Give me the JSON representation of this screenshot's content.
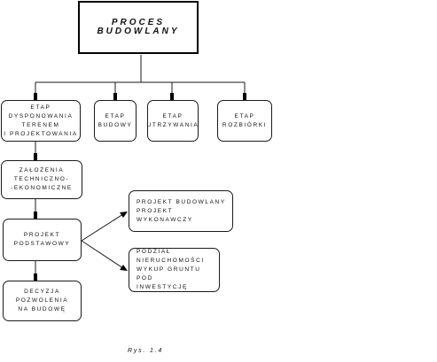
{
  "diagram": {
    "title": "PROCES BUDOWLANY",
    "stages": [
      {
        "id": "stage-1",
        "lines": [
          "ETAP DYSPONOWANIA",
          "TERENEM",
          "I PROJEKTOWANIA"
        ]
      },
      {
        "id": "stage-2",
        "lines": [
          "ETAP",
          "BUDOWY"
        ]
      },
      {
        "id": "stage-3",
        "lines": [
          "ETAP",
          "UTRZYWANIA"
        ]
      },
      {
        "id": "stage-4",
        "lines": [
          "ETAP",
          "ROZBIÓRKI"
        ]
      }
    ],
    "steps": [
      {
        "id": "step-1",
        "lines": [
          "ZAŁOŻENIA TECHNICZNO-",
          "-EKONOMICZNE"
        ]
      },
      {
        "id": "step-2",
        "lines": [
          "PROJEKT",
          "PODSTAWOWY"
        ]
      },
      {
        "id": "step-3",
        "lines": [
          "DECYZJA POZWOLENIA",
          "NA BUDOWĘ"
        ]
      }
    ],
    "outputs": [
      {
        "id": "output-1",
        "lines": [
          "PROJEKT BUDOWLANY",
          "PROJEKT WYKONAWCZY"
        ]
      },
      {
        "id": "output-2",
        "lines": [
          "PODZIAŁ NIERUCHOMOŚCI",
          "WYKUP GRUNTU POD",
          "INWESTYCJĘ"
        ]
      }
    ],
    "caption": "Rys. 1.4"
  }
}
